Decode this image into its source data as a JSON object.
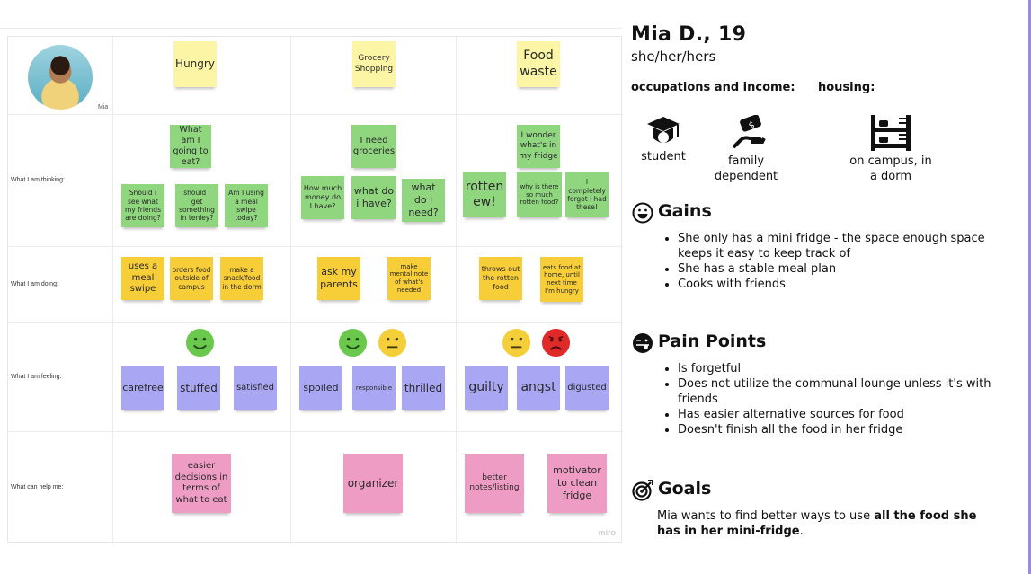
{
  "board": {
    "avatar_name": "Mia",
    "watermark": "miro",
    "row_labels": [
      "What I am thinking:",
      "What I am doing:",
      "What I am feeling:",
      "What can help me:"
    ],
    "headers": [
      "Hungry",
      "Grocery Shopping",
      "Food waste"
    ],
    "thinking": {
      "main": [
        "What am I going to eat?",
        "I need groceries",
        "I wonder what's in my fridge"
      ],
      "col1": [
        "Should i see what my friends are doing?",
        "should I get something in tenley?",
        "Am I using a meal swipe today?"
      ],
      "col2": [
        "How much money do I have?",
        "what do i have?",
        "what do i need?"
      ],
      "col3": [
        "rotten ew!",
        "why is there so much rotten food?",
        "I completely forgot I had these!"
      ]
    },
    "doing": {
      "col1": [
        "uses a meal swipe",
        "orders food outside of campus",
        "make a snack/food in the dorm"
      ],
      "col2": [
        "ask my parents",
        "make mental note of what's needed"
      ],
      "col3": [
        "throws out the rotten food",
        "eats food at home, until next time I'm hungry"
      ]
    },
    "feeling": {
      "col1": [
        "carefree",
        "stuffed",
        "satisfied"
      ],
      "col2": [
        "spoiled",
        "responsible",
        "thrilled"
      ],
      "col3": [
        "guilty",
        "angst",
        "digusted"
      ]
    },
    "help": [
      "easier decisions in terms of what to eat",
      "organizer",
      "better notes/listing",
      "motivator to clean fridge"
    ],
    "face_icons": [
      "smile-face-icon",
      "smile-face-icon",
      "neutral-face-icon",
      "neutral-face-icon",
      "angry-face-icon"
    ]
  },
  "profile": {
    "name": "Mia D., 19",
    "pronouns": "she/her/hers",
    "occupations_label": "occupations and income:",
    "housing_label": "housing:",
    "student": "student",
    "family": "family dependent",
    "housing": "on campus, in a dorm",
    "gains_title": "Gains",
    "gains": [
      "She only has a mini fridge - the space enough space keeps it easy to keep track of",
      "She has a stable meal plan",
      "Cooks with friends"
    ],
    "pain_title": "Pain Points",
    "pains": [
      "Is forgetful",
      "Does not utilize the communal lounge unless it's with friends",
      "Has easier alternative sources for food",
      "Doesn't finish all the food in her fridge"
    ],
    "goals_title": "Goals",
    "goal_pre": "Mia wants to find better ways to use ",
    "goal_bold": "all the food she has in her mini-fridge",
    "goal_post": "."
  },
  "colors": {
    "yellow_light": "#fbf5a5",
    "green": "#8fd67f",
    "yellow": "#f7cd38",
    "blue": "#a9a6f3",
    "pink": "#ef9cc4",
    "divider": "#9b8bd6"
  }
}
